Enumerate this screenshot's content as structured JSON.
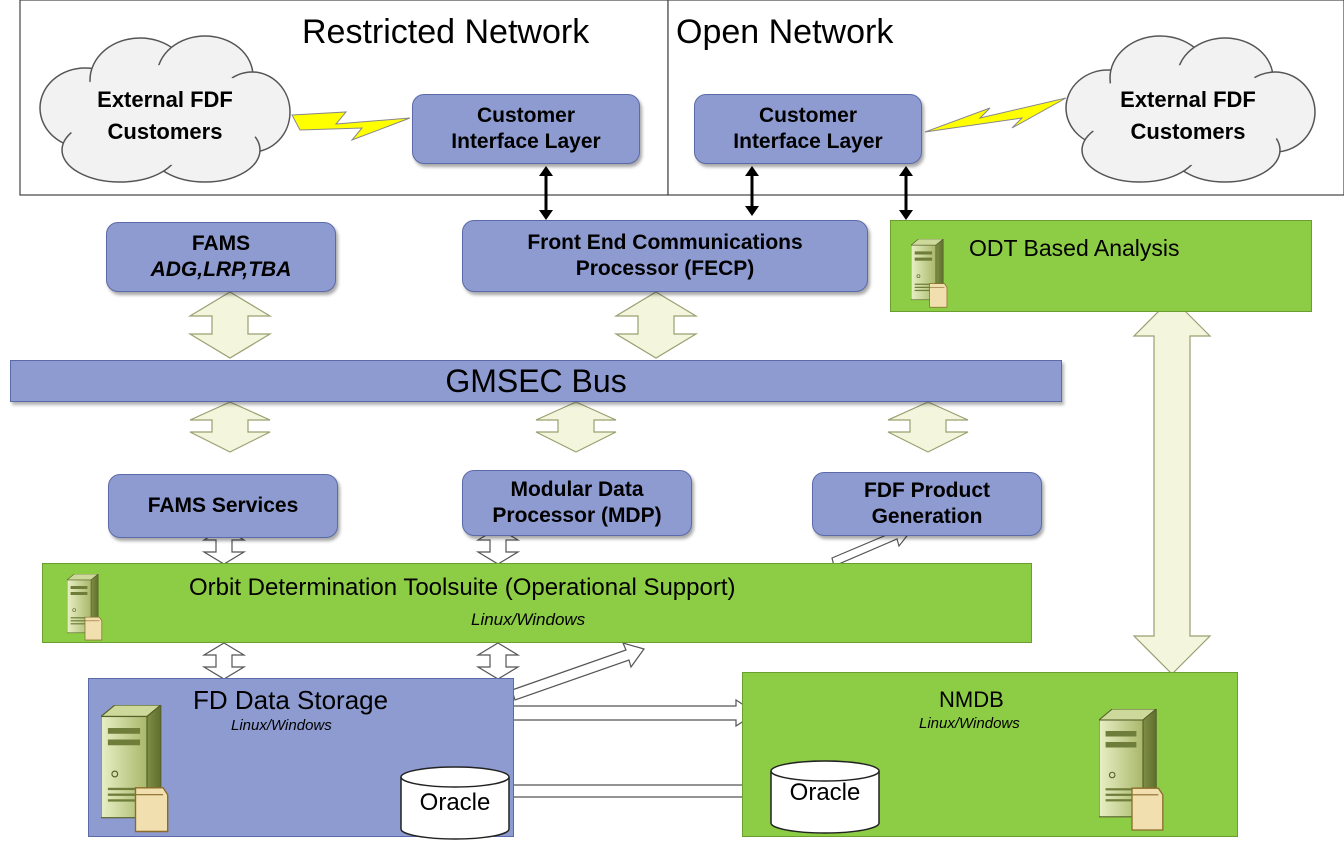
{
  "zones": {
    "restricted_title": "Restricted Network",
    "open_title": "Open Network"
  },
  "clouds": {
    "left": [
      "External FDF",
      "Customers"
    ],
    "right": [
      "External FDF",
      "Customers"
    ]
  },
  "cil_left": [
    "Customer",
    "Interface Layer"
  ],
  "cil_right": [
    "Customer",
    "Interface Layer"
  ],
  "fams": [
    "FAMS",
    "ADG,LRP,TBA"
  ],
  "fecp": [
    "Front End Communications",
    "Processor (FECP)"
  ],
  "odt_analysis": "ODT Based Analysis",
  "bus": "GMSEC Bus",
  "fams_services": "FAMS Services",
  "mdp": [
    "Modular Data",
    "Processor (MDP)"
  ],
  "fdf_product": [
    "FDF Product",
    "Generation"
  ],
  "odt_suite": {
    "title": "Orbit Determination Toolsuite (Operational Support)",
    "subtitle": "Linux/Windows"
  },
  "fd_storage": {
    "title": "FD Data Storage",
    "subtitle": "Linux/Windows",
    "db": "Oracle"
  },
  "nmdb": {
    "title": "NMDB",
    "subtitle": "Linux/Windows",
    "db": "Oracle"
  },
  "icons": [
    "server-icon",
    "database-icon",
    "lightning-icon",
    "cloud-icon"
  ],
  "colors": {
    "blue_fill": "#8e9bd1",
    "green_fill": "#8dcc45",
    "arrow_fill": "#f3f5dc",
    "lightning": "#ffff00"
  }
}
